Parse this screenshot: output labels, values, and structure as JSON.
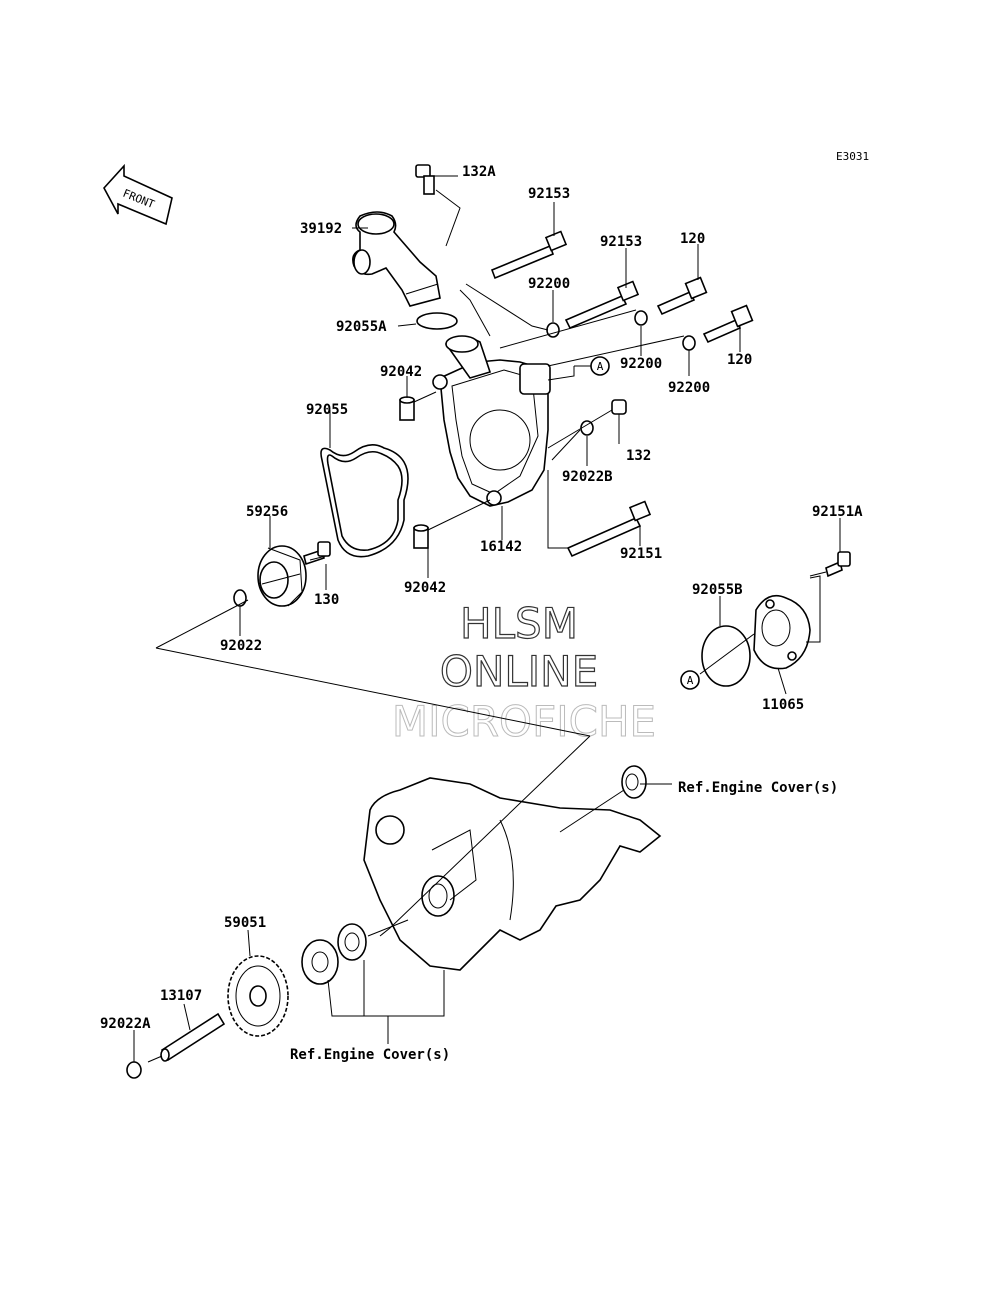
{
  "diagram_code": "E3031",
  "front_label": "FRONT",
  "watermark": {
    "line1": "HLSM",
    "line2": "ONLINE",
    "line3": "MICROFICHE"
  },
  "ref_marker": "A",
  "labels": {
    "p132A": "132A",
    "p39192": "39192",
    "p92153a": "92153",
    "p92153b": "92153",
    "p120a": "120",
    "p92200a": "92200",
    "p92055A": "92055A",
    "p92200b": "92200",
    "p120b": "120",
    "p92200c": "92200",
    "p92042a": "92042",
    "p92055": "92055",
    "p132": "132",
    "p92022B": "92022B",
    "p59256": "59256",
    "p16142": "16142",
    "p92151": "92151",
    "p92151A": "92151A",
    "p130": "130",
    "p92042b": "92042",
    "p92055B": "92055B",
    "p92022": "92022",
    "p11065": "11065",
    "ref_cover_a": "Ref.Engine Cover(s)",
    "p59051": "59051",
    "p13107": "13107",
    "p92022A": "92022A",
    "ref_cover_b": "Ref.Engine Cover(s)"
  }
}
